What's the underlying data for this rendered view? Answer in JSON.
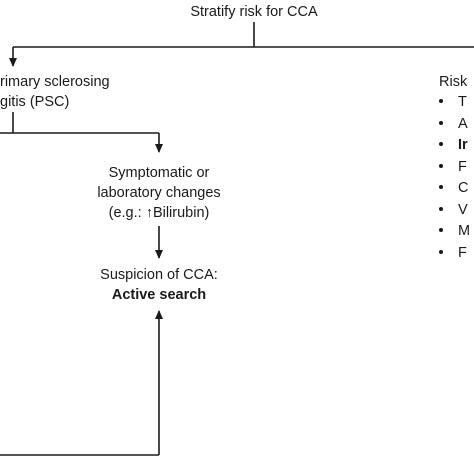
{
  "diagram": {
    "root": {
      "text": "Stratify risk for CCA"
    },
    "psc": {
      "line1": "rimary sclerosing",
      "line2": "gitis (PSC)"
    },
    "symptomatic": {
      "line1": "Symptomatic or",
      "line2": "laboratory changes",
      "line3": "(e.g.: ↑Bilirubin)"
    },
    "suspicion": {
      "line1": "Suspicion of CCA:",
      "line2": "Active search"
    },
    "risk": {
      "title": "Risk",
      "items": [
        "T",
        "A",
        "Ir",
        "F",
        "C",
        "V",
        "M",
        "F"
      ]
    }
  }
}
